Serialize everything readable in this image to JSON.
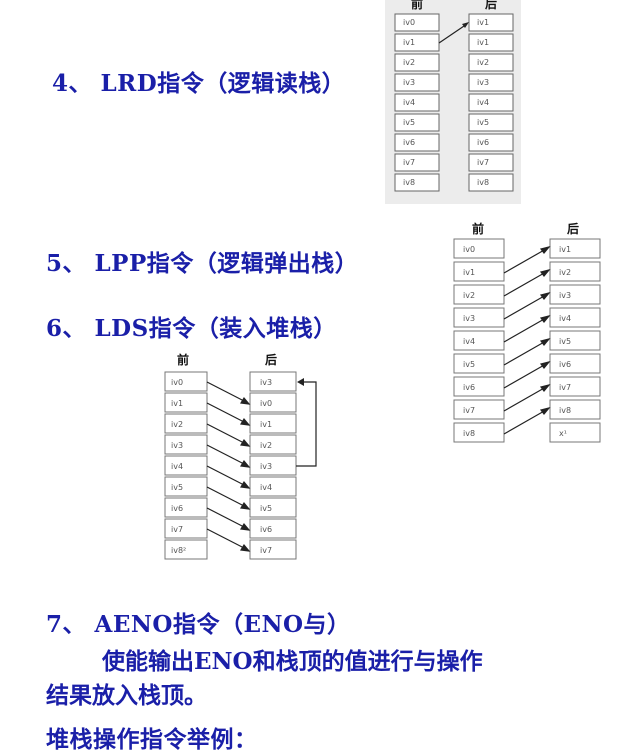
{
  "headings": {
    "lrd": "4、 LRD指令（逻辑读栈）",
    "lpp": "5、 LPP指令（逻辑弹出栈）",
    "lds": "6、 LDS指令（装入堆栈）",
    "aeno": "7、 AENO指令（ENO与）",
    "example": "堆栈操作指令举例："
  },
  "aeno_desc": {
    "line1": "使能输出ENO和栈顶的值进行与操作",
    "line2": "结果放入栈顶。"
  },
  "diagrams": {
    "lrd": {
      "before_label": "前",
      "after_label": "后",
      "before": [
        "iv0",
        "iv1",
        "iv2",
        "iv3",
        "iv4",
        "iv5",
        "iv6",
        "iv7",
        "iv8"
      ],
      "after": [
        "iv1",
        "iv1",
        "iv2",
        "iv3",
        "iv4",
        "iv5",
        "iv6",
        "iv7",
        "iv8"
      ]
    },
    "lpp": {
      "before_label": "前",
      "after_label": "后",
      "before": [
        "iv0",
        "iv1",
        "iv2",
        "iv3",
        "iv4",
        "iv5",
        "iv6",
        "iv7",
        "iv8"
      ],
      "after": [
        "iv1",
        "iv2",
        "iv3",
        "iv4",
        "iv5",
        "iv6",
        "iv7",
        "iv8",
        "x¹"
      ]
    },
    "lds": {
      "before_label": "前",
      "after_label": "后",
      "before": [
        "iv0",
        "iv1",
        "iv2",
        "iv3",
        "iv4",
        "iv5",
        "iv6",
        "iv7",
        "iv8²"
      ],
      "after": [
        "iv3",
        "iv0",
        "iv1",
        "iv2",
        "iv3",
        "iv4",
        "iv5",
        "iv6",
        "iv7"
      ]
    }
  }
}
